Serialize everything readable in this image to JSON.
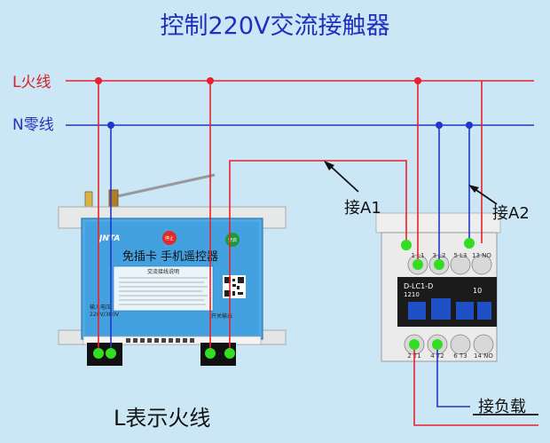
{
  "title": "控制220V交流接触器",
  "wires": {
    "live_label": "L火线",
    "neutral_label": "N零线",
    "live_color": "#e8222c",
    "neutral_color": "#1f36c8"
  },
  "annotations": {
    "a1": "接A1",
    "a2": "接A2",
    "load": "接负载",
    "legend": "L表示火线"
  },
  "controller": {
    "brand": "JNTA",
    "name": "免插卡 手机遥控器",
    "stop_button": "停止",
    "start_button": "开启",
    "rules_title": "交流接线说明",
    "power_label_1": "输入电压",
    "power_label_2": "220V/380V",
    "relay_label": "开关输出"
  },
  "contactor": {
    "model": "D-LC1-D",
    "model_code": "1210",
    "rating": "10",
    "top_terminals": [
      "1 L1",
      "3 L2",
      "5 L3",
      "13 NO"
    ],
    "bottom_terminals": [
      "2 T1",
      "4 T2",
      "6 T3",
      "14 NO"
    ]
  }
}
